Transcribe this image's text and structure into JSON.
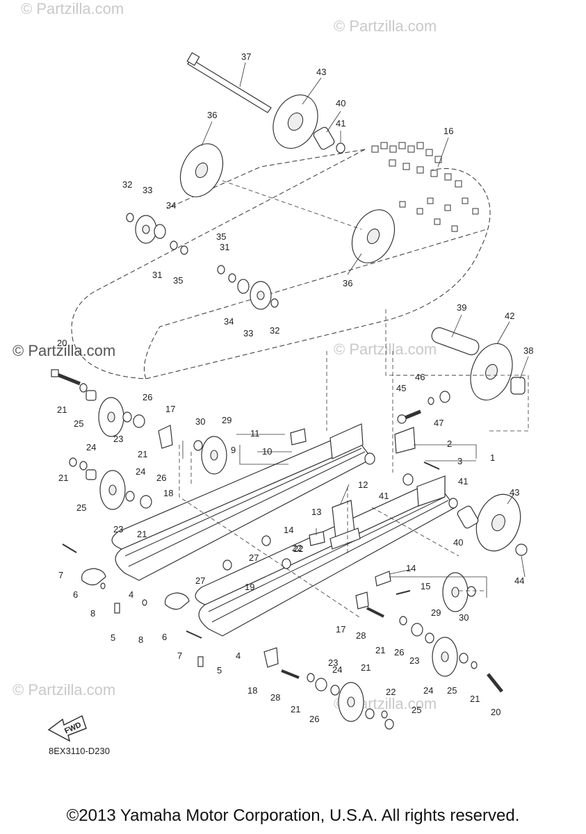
{
  "watermarks": [
    "© Partzilla.com",
    "© Partzilla.com",
    "© Partzilla.com",
    "© Partzilla.com",
    "© Partzilla.com",
    "© Partzilla.com"
  ],
  "diagram_code": "8EX3110-D230",
  "fwd_label": "FWD",
  "copyright": "©2013 Yamaha Motor Corporation, U.S.A. All rights reserved.",
  "callouts": [
    "37",
    "43",
    "40",
    "41",
    "16",
    "36",
    "32",
    "33",
    "34",
    "35",
    "31",
    "31",
    "35",
    "36",
    "34",
    "33",
    "32",
    "39",
    "42",
    "38",
    "20",
    "21",
    "25",
    "24",
    "26",
    "23",
    "21",
    "17",
    "30",
    "29",
    "11",
    "9",
    "10",
    "22",
    "21",
    "25",
    "24",
    "23",
    "26",
    "18",
    "21",
    "45",
    "46",
    "47",
    "2",
    "3",
    "1",
    "12",
    "41",
    "41",
    "43",
    "13",
    "14",
    "22",
    "7",
    "6",
    "27",
    "27",
    "19",
    "14",
    "15",
    "8",
    "5",
    "4",
    "8",
    "6",
    "29",
    "30",
    "44",
    "40",
    "7",
    "4",
    "5",
    "17",
    "28",
    "21",
    "26",
    "23",
    "24",
    "25",
    "21",
    "20",
    "18",
    "28",
    "21",
    "26",
    "23",
    "24",
    "21",
    "22",
    "25"
  ],
  "colors": {
    "line": "#333333",
    "watermark": "#c9c9c9"
  }
}
